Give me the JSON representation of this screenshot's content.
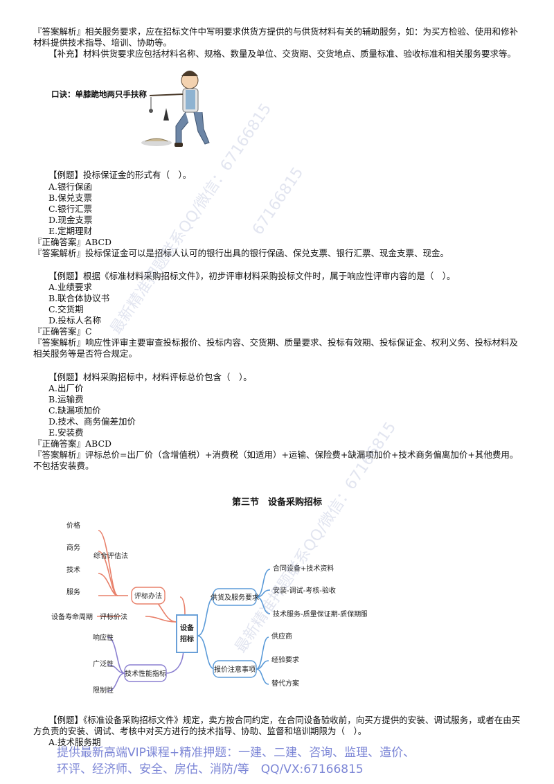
{
  "paragraphs": {
    "p1": "『答案解析』相关服务要求，应在招标文件中写明要求供货方提供的与供货材料有关的辅助服务，如：为买方检验、使用和修补材料提供技术指导、培训、协助等。",
    "p2": "【补充】材料供货要求应包括材料名称、规格、数量及单位、交货期、交货地点、质量标准、验收标准和相关服务要求等。"
  },
  "mnemonic": {
    "label": "口诀：单膝跪地两只手扶称"
  },
  "q1": {
    "stem": "【例题】投标保证金的形式有（　）。",
    "options": [
      "A.银行保函",
      "B.保兑支票",
      "C.银行汇票",
      "D.现金支票",
      "E.定期理财"
    ],
    "answer": "『正确答案』ABCD",
    "analysis": "『答案解析』投标保证金可以是招标人认可的银行出具的银行保函、保兑支票、银行汇票、现金支票、现金。"
  },
  "q2": {
    "stem": "【例题】根据《标准材料采购招标文件》，初步评审材料采购投标文件时，属于响应性评审内容的是（　）。",
    "options": [
      "A.业绩要求",
      "B.联合体协议书",
      "C.交货期",
      "D.投标人名称"
    ],
    "answer": "『正确答案』C",
    "analysis": "『答案解析』响应性评审主要审查投标报价、投标内容、交货期、质量要求、投标有效期、投标保证金、权利义务、投标材料及相关服务等是否符合规定。"
  },
  "q3": {
    "stem": "【例题】材料采购招标中，材料评标总价包含（　）。",
    "options": [
      "A.出厂价",
      "B.运输费",
      "C.缺漏项加价",
      "D.技术、商务偏差加价",
      "E.安装费"
    ],
    "answer": "『正确答案』ABCD",
    "analysis": "『答案解析』评标总价=出厂价（含增值税）+消费税（如适用）+运输、保险费+缺漏项加价+技术商务偏离加价+其他费用。不包括安装费。"
  },
  "section": {
    "title": "第三节　设备采购招标"
  },
  "mindmap": {
    "center": [
      "设备",
      "招标"
    ],
    "branches": {
      "eval_method": "评标办法",
      "comprehensive": "综合评估法",
      "price": "价格",
      "business": "商务",
      "technology": "技术",
      "service": "服务",
      "lowest_price": "评标价法",
      "lifecycle": "设备寿命周期",
      "tech_indicators": "技术性能指标",
      "responsiveness": "响应性",
      "universality": "广泛性",
      "restrictiveness": "限制性",
      "supply_service": "供货及服务要求",
      "contract_equipment": "合同设备+技术资料",
      "install": "安装-调试-考核-验收",
      "tech_service": "技术服务-质量保证期-质保期服务",
      "quote_notes": "报价注意事项",
      "supplier": "供应商",
      "experience": "经验要求",
      "alternative": "替代方案"
    },
    "colors": {
      "left": "#e8806a",
      "left_bottom": "#8a7fd0",
      "right": "#5a9ad8",
      "center_border": "#6aa0d8"
    }
  },
  "q4": {
    "stem": "【例题】《标准设备采购招标文件》规定，卖方按合同约定，在合同设备验收前，向买方提供的安装、调试服务，或者在由买方负责的安装、调试、考核中对买方进行的技术指导、协助、监督和培训期限为（　）。",
    "options": [
      "A.技术服务期"
    ]
  },
  "watermarks": [
    "最新精准押题联系QQ/微信：67166815",
    "最新精准押题联系QQ/微信：67166815",
    "67166815"
  ],
  "footer": {
    "line1": "提供最新高端VIP课程+精准押题：一建、二建、咨询、监理、造价、",
    "line2": "环评、经济师、安全、房估、消防/等　QQ/VX:67166815"
  }
}
